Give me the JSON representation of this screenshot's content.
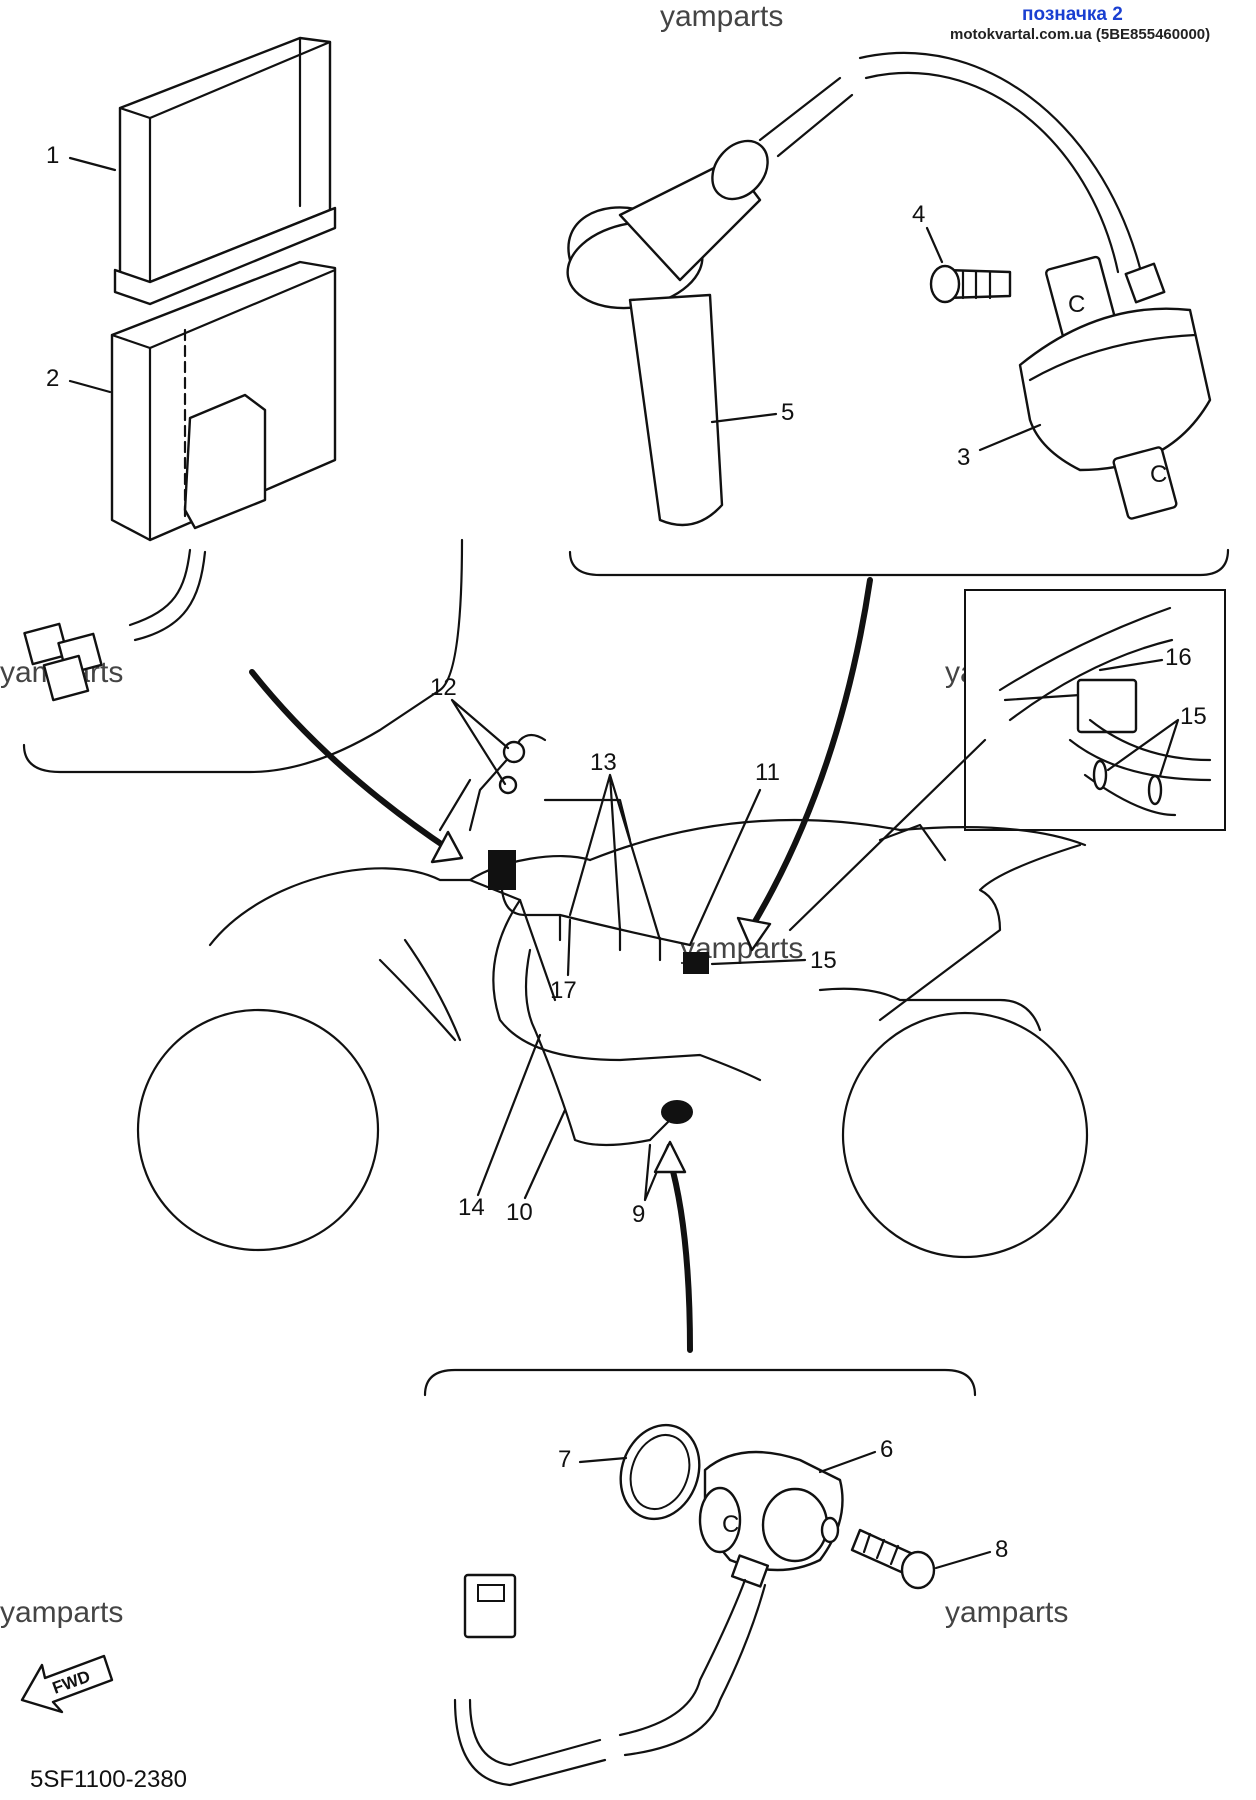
{
  "header": {
    "mark": "позначка 2",
    "source": "motokvartal.com.ua (5BE855460000)",
    "mark_color": "#1a3fd1"
  },
  "watermark": "yamparts",
  "diagram_code": "5SF1100-2380",
  "fwd_label": "FWD",
  "callouts": {
    "c1": "1",
    "c2": "2",
    "c3": "3",
    "c4": "4",
    "c5": "5",
    "c6": "6",
    "c7": "7",
    "c8": "8",
    "c9": "9",
    "c10": "10",
    "c11": "11",
    "c12": "12",
    "c13": "13",
    "c14": "14",
    "c15a": "15",
    "c15b": "15",
    "c16": "16",
    "c17": "17"
  },
  "part_marks": {
    "coil_top": "C",
    "coil_bottom": "C",
    "sensor": "C"
  },
  "icons": [
    "fwd-arrow-icon"
  ]
}
